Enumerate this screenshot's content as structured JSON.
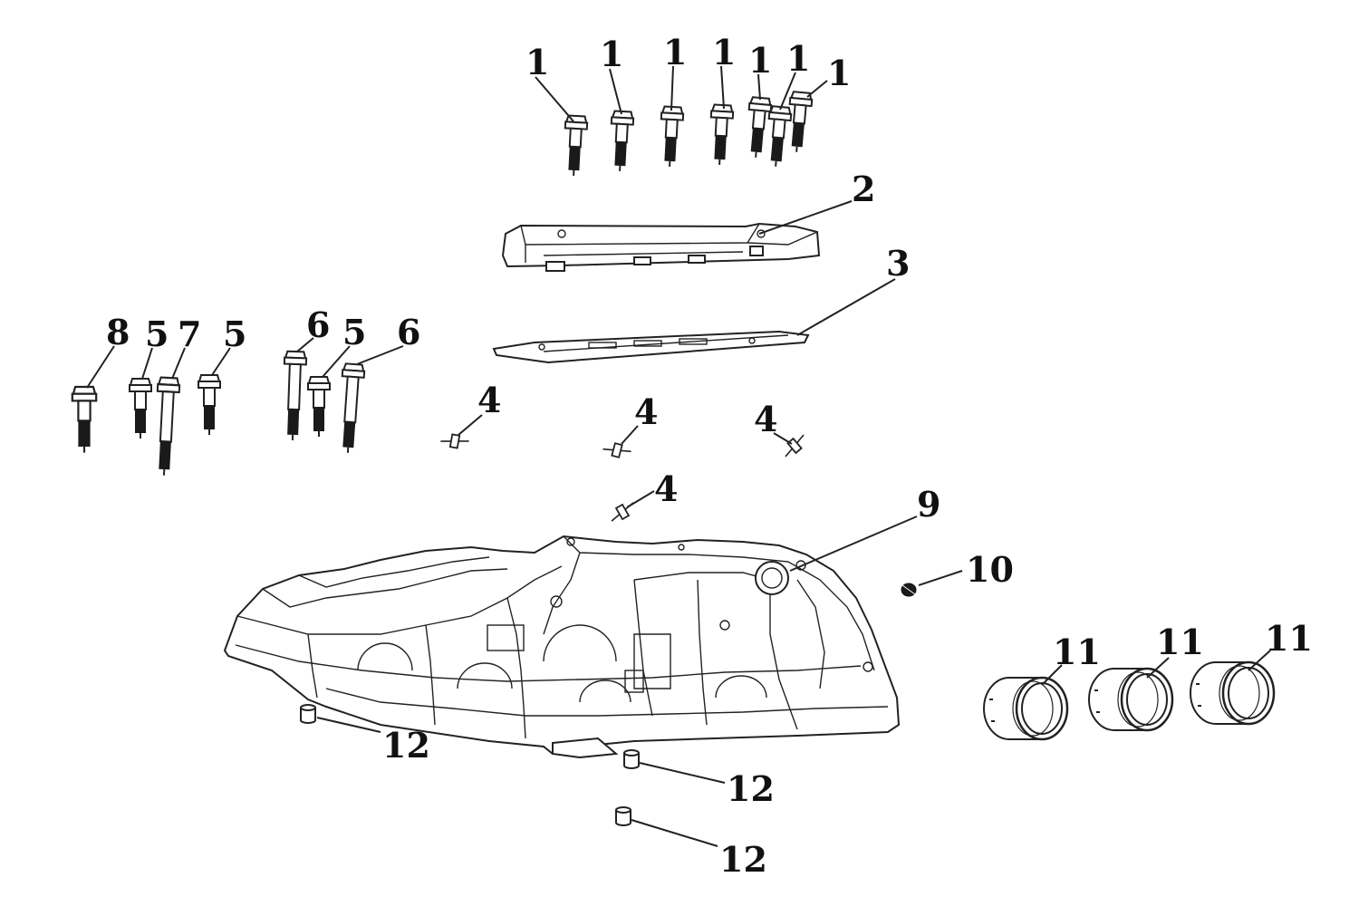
{
  "callouts": {
    "c1a": "1",
    "c1b": "1",
    "c1c": "1",
    "c1d": "1",
    "c1e": "1",
    "c1f": "1",
    "c1g": "1",
    "c2": "2",
    "c3": "3",
    "c4a": "4",
    "c4b": "4",
    "c4c": "4",
    "c4d": "4",
    "c5a": "5",
    "c5b": "5",
    "c5c": "5",
    "c6a": "6",
    "c6b": "6",
    "c7": "7",
    "c8": "8",
    "c9": "9",
    "c10": "10",
    "c11a": "11",
    "c11b": "11",
    "c11c": "11",
    "c12a": "12",
    "c12b": "12",
    "c12c": "12"
  }
}
